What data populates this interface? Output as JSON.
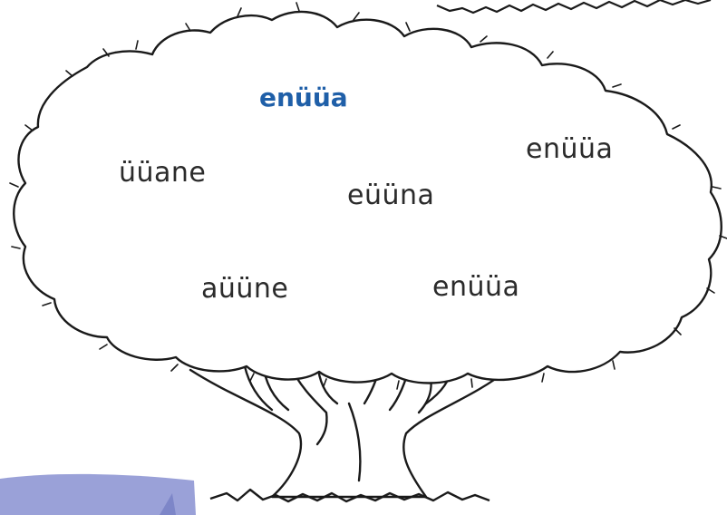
{
  "target_word": "enüüa",
  "words": [
    "üüane",
    "enüüa",
    "eüüna",
    "aüüne",
    "enüüa"
  ],
  "colors": {
    "target_text": "#1f5fa8",
    "word_text": "#2b2b2b",
    "outline": "#1a1a1a",
    "panel_fill": "#9aa1d8",
    "panel_accent": "#7d86c8"
  }
}
